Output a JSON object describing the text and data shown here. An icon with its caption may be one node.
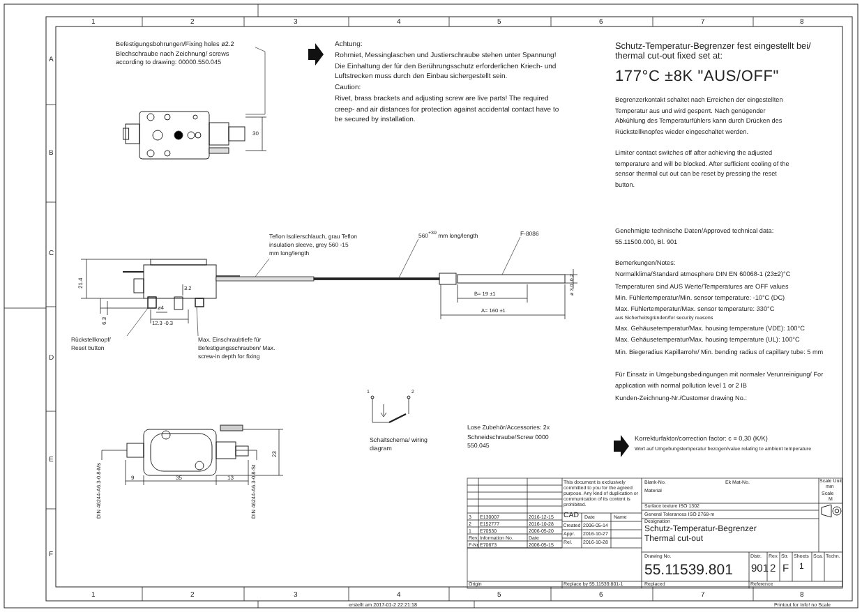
{
  "diagram": {
    "nodes": [
      {
        "text": [],
        "shape": "picture"
      },
      {
        "text": [
          "Befestigungsbohrungen/Fixing holes ø2.2 Blechschraube nach Zeichnung/ screws according to drawing: 00000.550.045"
        ]
      },
      {
        "text": [
          "Teflon Isolierschlauch, grau Teflon insulation sleeve, grey 560 -15 mm long/length"
        ]
      },
      {
        "text": [
          "560$^{+30}$ mm long/length"
        ]
      },
      {
        "text": [
          "F-8086"
        ]
      },
      {
        "text": [
          "Rückstellknopf/ Reset button"
        ]
      },
      {
        "text": [
          "Max. Einschraubtiefe für Befestigungsschrauben/ Max. screw-in depth for fixing"
        ]
      },
      {
        "text": [],
        "shape": "bar"
      },
      {
        "text": [],
        "shape": "bar"
      },
      {
        "text": [],
        "shape": "box"
      },
      {
        "text": [],
        "shape": "box"
      },
      {
        "text": [],
        "shape": "box"
      }
    ],
    "edges": [
      {
        "from": 1,
        "to": 0,
        "arrow": "none"
      },
      {
        "from": 2,
        "to": 7,
        "arrow": "none"
      },
      {
        "from": 3,
        "to": 8,
        "arrow": "none"
      },
      {
        "from": 4,
        "to": 9,
        "arrow": "none"
      },
      {
        "from": 5,
        "to": 10,
        "arrow": "none"
      },
      {
        "from": 6,
        "to": 11,
        "arrow": "none"
      }
    ],
    "labels": [
      "1",
      "2",
      "3",
      "4",
      "5",
      "6",
      "7",
      "8",
      "A",
      "B",
      "C",
      "D",
      "E",
      "F",
      "Achtung:",
      "Rohrniet, Messinglaschen und Justierschraube stehen unter Spannung! Die Einhaltung der für den Berührungsschutz erforderlichen Kriech- und Luftstrecken muss durch den Einbau sichergestellt sein.",
      "Caution:",
      "Rivet, brass brackets and adjusting screw are live parts! The required creep- and air distances for protection against accidental contact have to be secured by installation.",
      "Schutz-Temperatur-Begrenzer fest eingestellt bei/ thermal cut-out fixed set at:",
      "177°C ±8K \"AUS/OFF\"",
      "Begrenzerkontakt schaltet nach Erreichen der eingestellten Temperatur aus und wird gesperrt. Nach genügender Abkühlung des Temperaturfühlers kann durch Drücken des Rückstellknopfes wieder eingeschaltet werden.",
      "Limiter contact switches off after achieving the adjusted temperature and will be blocked. After sufficient cooling of the sensor thermal cut out can be reset by pressing the reset button.",
      "Genehmigte technische Daten/Approved technical data: 55.11500.000, Bl. 901",
      "Bemerkungen/Notes:",
      "Normalklima/Standard atmosphere DIN EN 60068-1 (23±2)°C",
      "Temperaturen sind AUS Werte/Temperatures are OFF values",
      "Min. Fühlertemperatur/Min. sensor temperature: -10°C (DC)",
      "Max. Fühlertemperatur/Max. sensor temperature: 330°C",
      "aus Sicherheitsgründen/for security reasons",
      "Max. Gehäusetemperatur/Max. housing temperature (VDE): 100°C",
      "Max. Gehäusetemperatur/Max. housing temperature (UL): 100°C",
      "Min. Biegeradius Kapillarrohr/ Min. bending radius of capillary tube: 5 mm",
      "Für Einsatz in Umgebungsbedingungen mit normaler Verunreinigung/ For application with normal pollution level 1 or 2 IB",
      "Kunden-Zeichnung-Nr./Customer drawing No.:",
      "Korrekturfaktor/correction factor: c = 0,30 (K/K)",
      "Wert auf Umgebungstemperatur bezogen/value relating to ambient temperature",
      "30",
      "21.4",
      "6.3",
      "ø4",
      "3.2",
      "12.3 -0.3",
      "B= 19 ±1",
      "A= 160 ±1",
      "ø 3.0 -0.2",
      "9",
      "35",
      "13",
      "23",
      "DIN 46244-A6.3-0.8-Ms",
      "DIN 46244-A6.3-0.8-St",
      "1",
      "2",
      "Schaltschema/ wiring diagram",
      "Lose Zubehör/Accessories: 2x Schneidschraube/Screw 0000 550.045",
      "This document is exclusively committed to you for the agreed purpose. Any kind of duplication or communication of its content is prohibited.",
      "3",
      "E130007",
      "2016-12-15",
      "2",
      "E152777",
      "2016-10-28",
      "1",
      "E70530",
      "2006-05-20",
      "Rev.",
      "Information No.",
      "Date",
      "F-Nr.",
      "E70673",
      "2006-05-15",
      "CAD",
      "Date",
      "Name",
      "Created",
      "2006-05-14",
      "Appr.",
      "2016-10-27",
      "Rel.",
      "2016-10-28",
      "Blank-No.",
      "Ek Mat-No.",
      "Material",
      "Surface texture ISO 1302",
      "General Tolerances ISO 2768-m",
      "Designation",
      "Schutz-Temperatur-Begrenzer",
      "Thermal cut-out",
      "Drawing No.",
      "55.11539.801",
      "Distr.",
      "901",
      "Rev.",
      "2",
      "Str.",
      "F",
      "Sheets",
      "1",
      "Sca.",
      "Techn.",
      "Scale Unit",
      "mm",
      "Scale",
      "M",
      "Origin",
      "Replace by 55.11539.801-1",
      "Replaced",
      "Reference",
      "1",
      "2",
      "3",
      "4",
      "5",
      "6",
      "7",
      "8",
      "erstellt am 2017-01-2 22:21:18",
      "Printout for Info! no Scale"
    ]
  }
}
